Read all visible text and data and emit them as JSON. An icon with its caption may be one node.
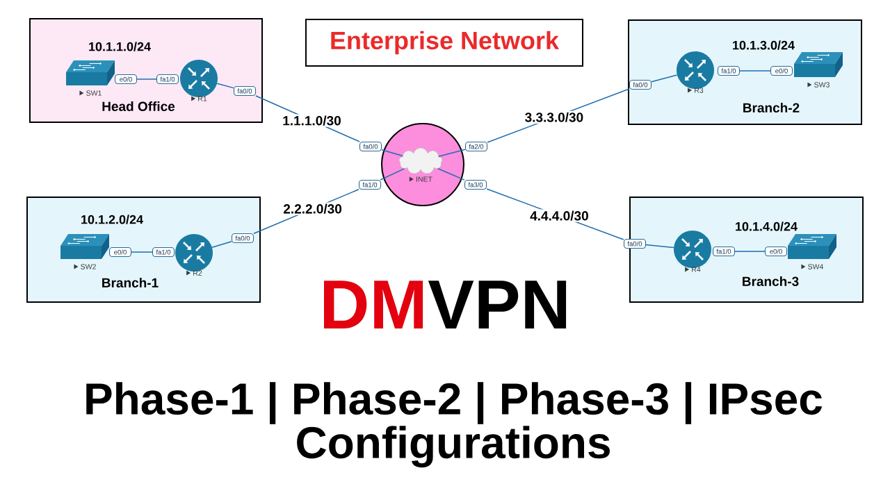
{
  "diagram": {
    "title": "Enterprise Network",
    "caption": "Phase-1 | Phase-2 | Phase-3 | IPsec Configurations",
    "nodes": [
      {
        "text": [
          "10.1.1.0/24",
          "Head Office"
        ]
      },
      {
        "text": [
          "SW1"
        ],
        "in": 0
      },
      {
        "text": [
          "e0/0"
        ],
        "in": 0
      },
      {
        "text": [
          "fa1/0"
        ],
        "in": 0
      },
      {
        "text": [
          "R1"
        ],
        "in": 0
      },
      {
        "text": [
          "fa0/0"
        ],
        "in": 0
      },
      {
        "text": [
          "10.1.3.0/24",
          "Branch-2"
        ]
      },
      {
        "text": [
          "fa0/0"
        ],
        "in": 6
      },
      {
        "text": [
          "R3"
        ],
        "in": 6
      },
      {
        "text": [
          "fa1/0"
        ],
        "in": 6
      },
      {
        "text": [
          "e0/0"
        ],
        "in": 6
      },
      {
        "text": [
          "SW3"
        ],
        "in": 6
      },
      {
        "text": [],
        "shape": "circle"
      },
      {
        "text": [
          "fa0/0"
        ]
      },
      {
        "text": [
          "fa2/0"
        ]
      },
      {
        "text": [
          "INET"
        ],
        "in": 12
      },
      {
        "text": [
          "fa1/0"
        ]
      },
      {
        "text": [
          "fa3/0"
        ]
      },
      {
        "text": [
          "10.1.2.0/24",
          "Branch-1"
        ]
      },
      {
        "text": [
          "SW2"
        ],
        "in": 18
      },
      {
        "text": [
          "e0/0"
        ],
        "in": 18
      },
      {
        "text": [
          "fa1/0"
        ],
        "in": 18
      },
      {
        "text": [
          "R2"
        ],
        "in": 18
      },
      {
        "text": [
          "fa0/0"
        ],
        "in": 18
      },
      {
        "text": [
          "10.1.4.0/24",
          "Branch-3"
        ]
      },
      {
        "text": [
          "fa0/0"
        ]
      },
      {
        "text": [
          "R4"
        ],
        "in": 24
      },
      {
        "text": [
          "fa1/0"
        ],
        "in": 24
      },
      {
        "text": [
          "e0/0"
        ],
        "in": 24
      },
      {
        "text": [
          "SW4"
        ],
        "in": 24
      }
    ],
    "edges": [
      {
        "from": 2,
        "to": 3,
        "arrow": "none"
      },
      {
        "from": 4,
        "to": 5,
        "arrow": "none"
      },
      {
        "from": 5,
        "to": 13,
        "arrow": "none",
        "label": "1.1.1.0/30"
      },
      {
        "from": 13,
        "to": 15,
        "arrow": "none"
      },
      {
        "from": 7,
        "to": 8,
        "arrow": "none"
      },
      {
        "from": 9,
        "to": 10,
        "arrow": "none"
      },
      {
        "from": 7,
        "to": 14,
        "arrow": "none",
        "label": "3.3.3.0/30"
      },
      {
        "from": 14,
        "to": 15,
        "arrow": "none"
      },
      {
        "from": 16,
        "to": 15,
        "arrow": "none"
      },
      {
        "from": 17,
        "to": 15,
        "arrow": "none"
      },
      {
        "from": 20,
        "to": 21,
        "arrow": "none"
      },
      {
        "from": 22,
        "to": 23,
        "arrow": "none"
      },
      {
        "from": 23,
        "to": 16,
        "arrow": "none",
        "label": "2.2.2.0/30"
      },
      {
        "from": 25,
        "to": 26,
        "arrow": "none"
      },
      {
        "from": 27,
        "to": 28,
        "arrow": "none"
      },
      {
        "from": 25,
        "to": 17,
        "arrow": "none",
        "label": "4.4.4.0/30"
      }
    ],
    "labels": [
      "DM",
      "VPN"
    ]
  }
}
